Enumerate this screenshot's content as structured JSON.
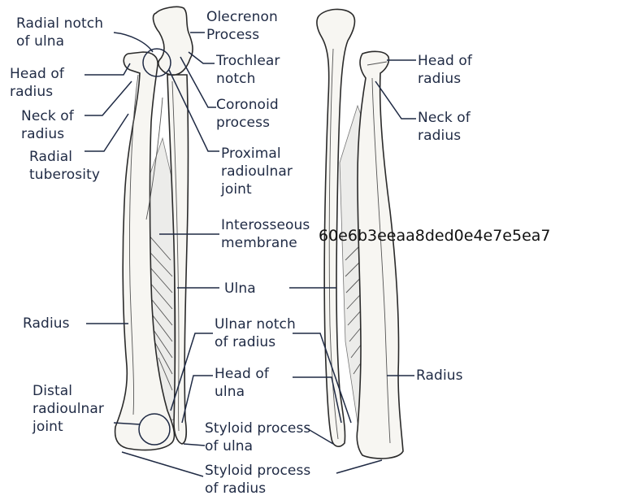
{
  "labels": {
    "radial_notch_of_ulna": [
      "Radial notch",
      "of ulna"
    ],
    "head_of_radius_left": [
      "Head of",
      "radius"
    ],
    "neck_of_radius_left": [
      "Neck of",
      "radius"
    ],
    "radial_tuberosity": [
      "Radial",
      "tuberosity"
    ],
    "radius_left": [
      "Radius"
    ],
    "distal_radioulnar_joint": [
      "Distal",
      "radioulnar",
      "joint"
    ],
    "olecrenon_process": [
      "Olecrenon",
      "Process"
    ],
    "trochlear_notch": [
      "Trochlear",
      "notch"
    ],
    "coronoid_process": [
      "Coronoid",
      "process"
    ],
    "proximal_radioulnar_joint": [
      "Proximal",
      "radioulnar",
      "joint"
    ],
    "interosseous_membrane": [
      "Interosseous",
      "membrane"
    ],
    "ulna": [
      "Ulna"
    ],
    "ulnar_notch_of_radius": [
      "Ulnar notch",
      "of radius"
    ],
    "head_of_ulna": [
      "Head of",
      "ulna"
    ],
    "styloid_process_of_ulna": [
      "Styloid process",
      "of ulna"
    ],
    "styloid_process_of_radius": [
      "Styloid process",
      "of radius"
    ],
    "head_of_radius_right": [
      "Head of",
      "radius"
    ],
    "neck_of_radius_right": [
      "Neck of",
      "radius"
    ],
    "radius_right": [
      "Radius"
    ]
  },
  "watermark": "60e6b3eeaa8ded0e4e7e5ea7",
  "colors": {
    "text": "#1f2a44",
    "bone_fill": "#f7f6f2",
    "outline": "#2a2a2a"
  }
}
